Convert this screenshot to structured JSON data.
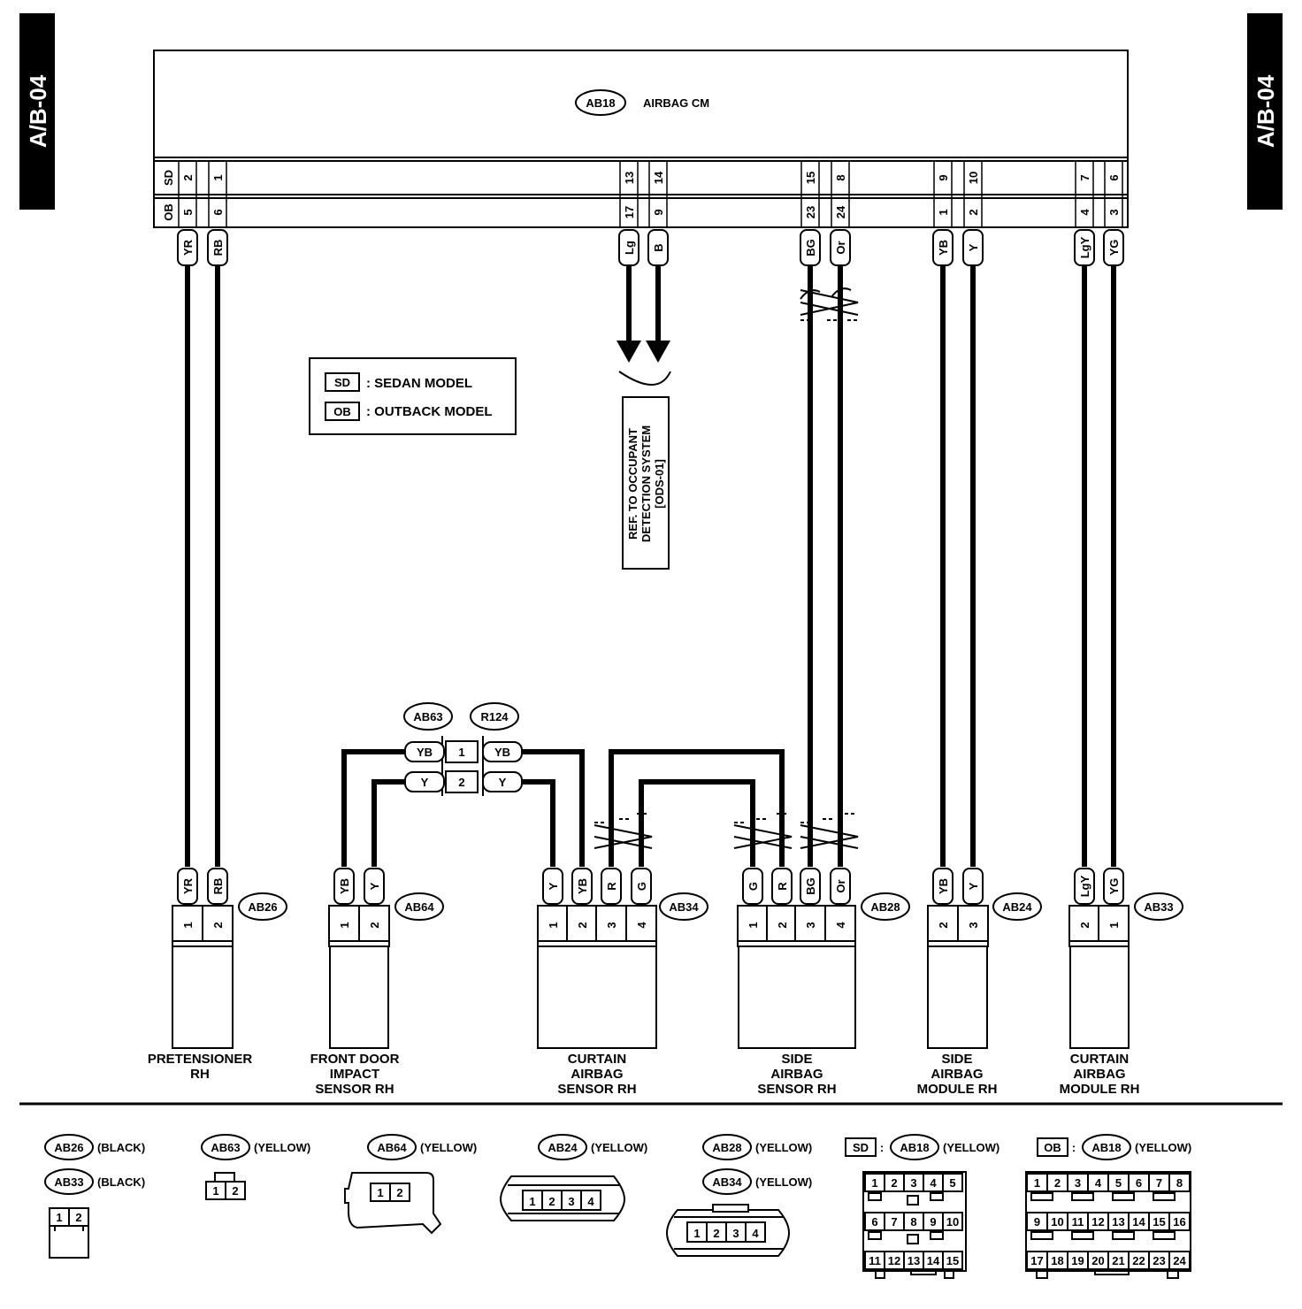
{
  "page_tag": "A/B-04",
  "airbag_cm": {
    "connector": "AB18",
    "name": "AIRBAG CM"
  },
  "cm_pins": {
    "sd_label": "SD",
    "ob_label": "OB",
    "pairs": [
      {
        "sd": "2",
        "ob": "5",
        "wire": "YR"
      },
      {
        "sd": "1",
        "ob": "6",
        "wire": "RB"
      },
      {
        "sd": "13",
        "ob": "17",
        "wire": "Lg"
      },
      {
        "sd": "14",
        "ob": "9",
        "wire": "B"
      },
      {
        "sd": "15",
        "ob": "23",
        "wire": "BG"
      },
      {
        "sd": "8",
        "ob": "24",
        "wire": "Or"
      },
      {
        "sd": "9",
        "ob": "1",
        "wire": "YB"
      },
      {
        "sd": "10",
        "ob": "2",
        "wire": "Y"
      },
      {
        "sd": "7",
        "ob": "4",
        "wire": "LgY"
      },
      {
        "sd": "6",
        "ob": "3",
        "wire": "YG"
      }
    ]
  },
  "legend": {
    "sd": "SD",
    "sd_text": ": SEDAN MODEL",
    "ob": "OB",
    "ob_text": ": OUTBACK MODEL"
  },
  "ref_box": {
    "line1": "REF. TO OCCUPANT",
    "line2": "DETECTION SYSTEM",
    "line3": "[ODS-01]"
  },
  "junction": {
    "left": "AB63",
    "right": "R124",
    "rows": [
      {
        "pin": "1",
        "left_wire": "YB",
        "right_wire": "YB"
      },
      {
        "pin": "2",
        "left_wire": "Y",
        "right_wire": "Y"
      }
    ]
  },
  "components": [
    {
      "connector": "AB26",
      "name1": "PRETENSIONER",
      "name2": "RH",
      "name3": "",
      "wires": [
        "YR",
        "RB"
      ],
      "pins": [
        "1",
        "2"
      ]
    },
    {
      "connector": "AB64",
      "name1": "FRONT DOOR",
      "name2": "IMPACT",
      "name3": "SENSOR RH",
      "wires": [
        "YB",
        "Y"
      ],
      "pins": [
        "1",
        "2"
      ]
    },
    {
      "connector": "AB34",
      "name1": "CURTAIN",
      "name2": "AIRBAG",
      "name3": "SENSOR RH",
      "wires": [
        "Y",
        "YB",
        "R",
        "G"
      ],
      "pins": [
        "1",
        "2",
        "3",
        "4"
      ]
    },
    {
      "connector": "AB28",
      "name1": "SIDE",
      "name2": "AIRBAG",
      "name3": "SENSOR RH",
      "wires": [
        "G",
        "R",
        "BG",
        "Or"
      ],
      "pins": [
        "1",
        "2",
        "3",
        "4"
      ]
    },
    {
      "connector": "AB24",
      "name1": "SIDE",
      "name2": "AIRBAG",
      "name3": "MODULE RH",
      "wires": [
        "YB",
        "Y"
      ],
      "pins": [
        "2",
        "3"
      ]
    },
    {
      "connector": "AB33",
      "name1": "CURTAIN",
      "name2": "AIRBAG",
      "name3": "MODULE RH",
      "wires": [
        "LgY",
        "YG"
      ],
      "pins": [
        "2",
        "1"
      ]
    }
  ],
  "connector_views": {
    "ab26": {
      "id": "AB26",
      "color": "(BLACK)"
    },
    "ab33": {
      "id": "AB33",
      "color": "(BLACK)"
    },
    "ab63": {
      "id": "AB63",
      "color": "(YELLOW)"
    },
    "ab64": {
      "id": "AB64",
      "color": "(YELLOW)"
    },
    "ab24": {
      "id": "AB24",
      "color": "(YELLOW)"
    },
    "ab28": {
      "id": "AB28",
      "color": "(YELLOW)"
    },
    "ab34": {
      "id": "AB34",
      "color": "(YELLOW)"
    },
    "ab18sd": {
      "model": "SD",
      "sep": ":",
      "id": "AB18",
      "color": "(YELLOW)"
    },
    "ab18ob": {
      "model": "OB",
      "sep": ":",
      "id": "AB18",
      "color": "(YELLOW)"
    }
  },
  "pin_numbers": {
    "two": [
      "1",
      "2"
    ],
    "four": [
      "1",
      "2",
      "3",
      "4"
    ],
    "ab18_sd": [
      "1",
      "2",
      "3",
      "4",
      "5",
      "6",
      "7",
      "8",
      "9",
      "10",
      "11",
      "12",
      "13",
      "14",
      "15"
    ],
    "ab18_ob": [
      "1",
      "2",
      "3",
      "4",
      "5",
      "6",
      "7",
      "8",
      "9",
      "10",
      "11",
      "12",
      "13",
      "14",
      "15",
      "16",
      "17",
      "18",
      "19",
      "20",
      "21",
      "22",
      "23",
      "24"
    ]
  }
}
